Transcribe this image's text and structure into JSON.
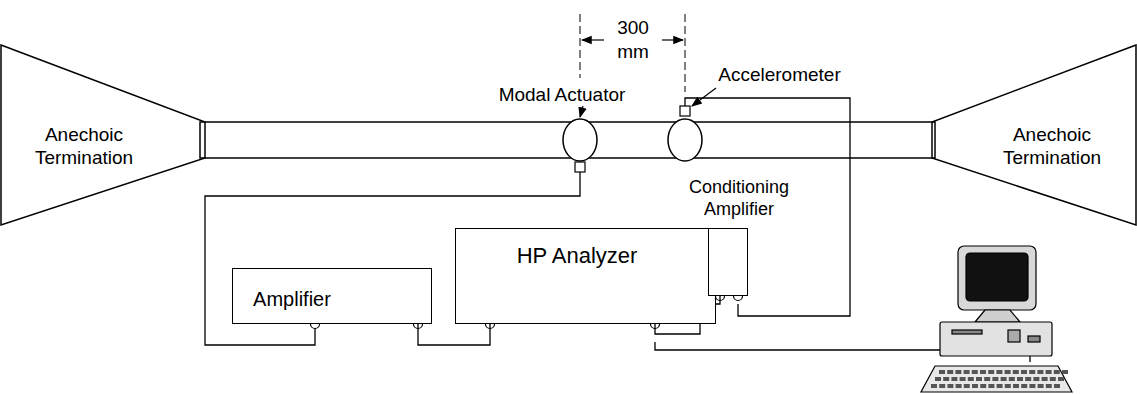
{
  "diagram": {
    "nodes": [
      {
        "text": [
          "Anechoic Termination"
        ]
      },
      {
        "text": [
          "Anechoic Termination"
        ]
      },
      {
        "text": [
          "Amplifier"
        ]
      },
      {
        "text": [
          "HP Analyzer"
        ]
      },
      {
        "text": [
          "Conditioning Amplifier"
        ]
      }
    ],
    "edges": [
      {
        "from": 2,
        "to": 3,
        "arrow": "none"
      },
      {
        "from": 3,
        "to": 4,
        "arrow": "none"
      }
    ],
    "labels": [
      "300 mm",
      "Modal Actuator",
      "Accelerometer"
    ]
  }
}
